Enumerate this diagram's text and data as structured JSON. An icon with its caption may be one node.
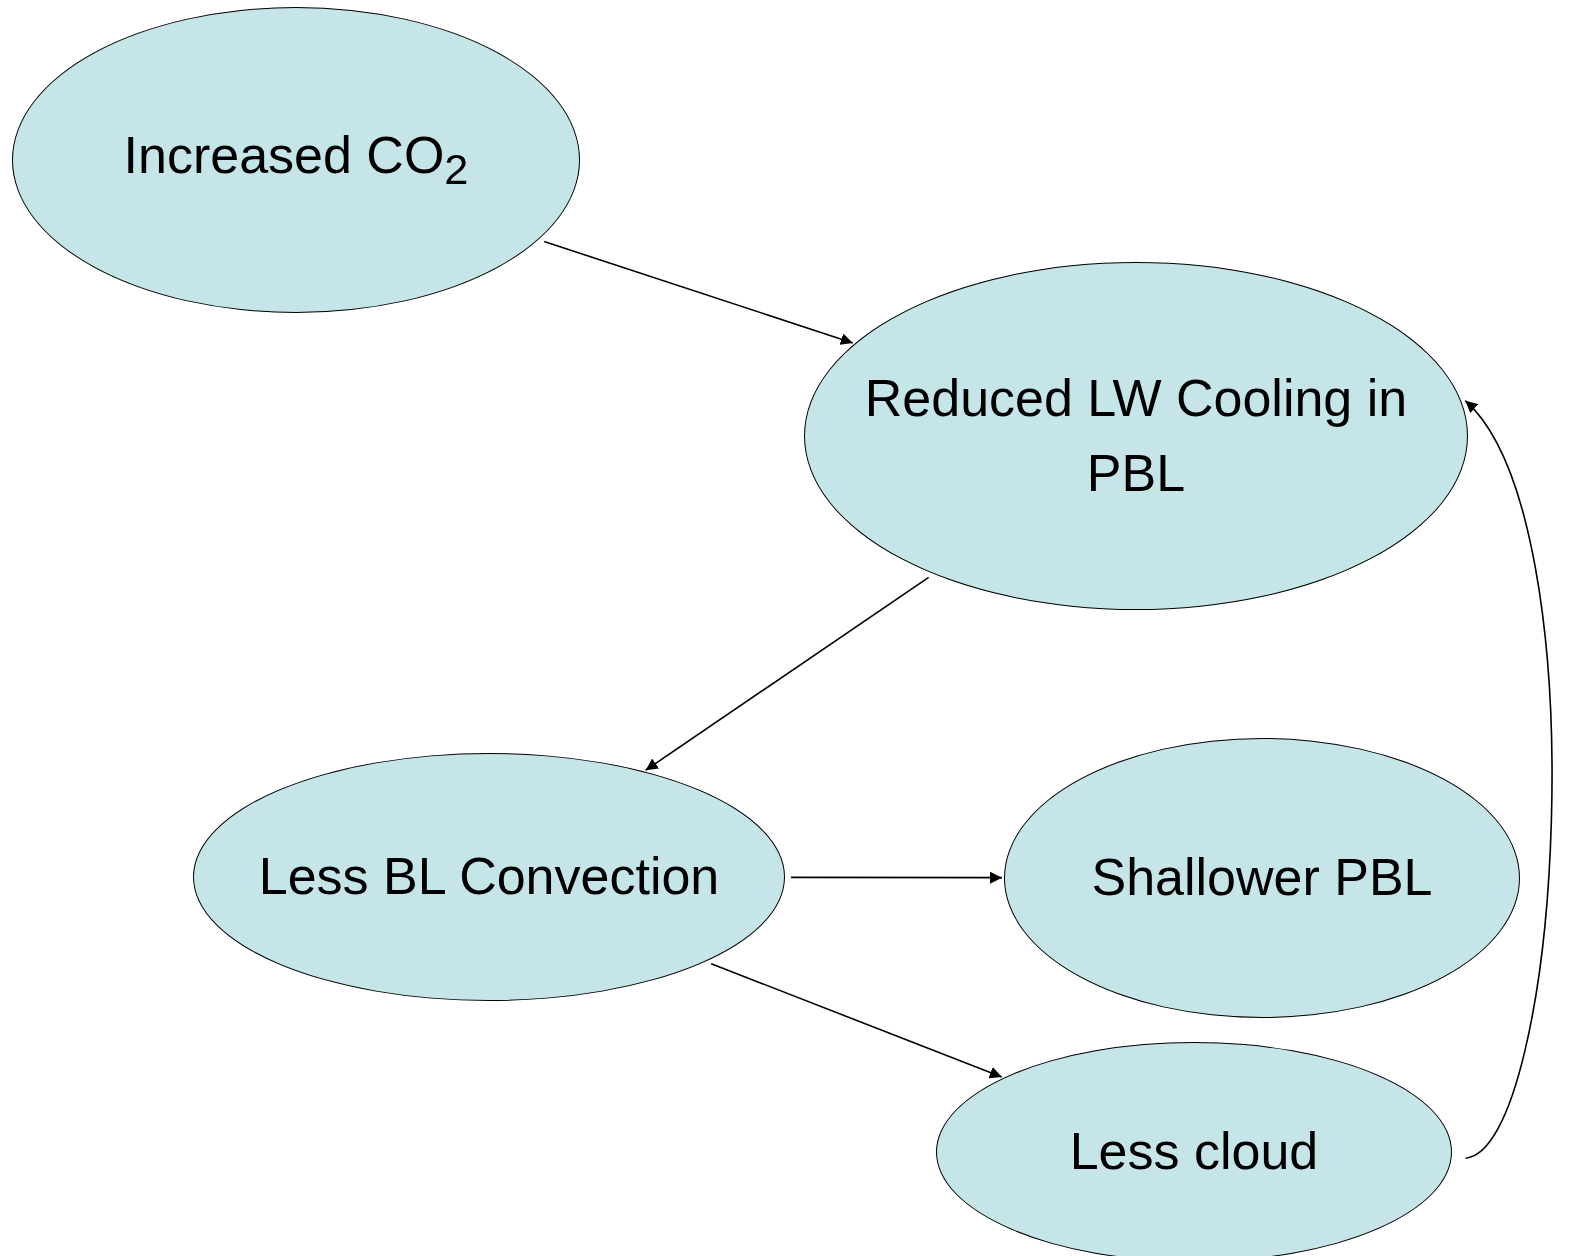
{
  "diagram": {
    "nodes": [
      {
        "text": [
          "Increased CO$_{2}$"
        ]
      },
      {
        "text": [
          "Reduced LW Cooling in PBL"
        ]
      },
      {
        "text": [
          "Less BL Convection"
        ]
      },
      {
        "text": [
          "Shallower PBL"
        ]
      },
      {
        "text": [
          "Less cloud"
        ]
      }
    ],
    "edges": [
      {
        "from": 0,
        "to": 1,
        "arrow": "to"
      },
      {
        "from": 1,
        "to": 2,
        "arrow": "to"
      },
      {
        "from": 2,
        "to": 3,
        "arrow": "to"
      },
      {
        "from": 2,
        "to": 4,
        "arrow": "to"
      },
      {
        "from": 4,
        "to": 1,
        "arrow": "to"
      }
    ]
  }
}
